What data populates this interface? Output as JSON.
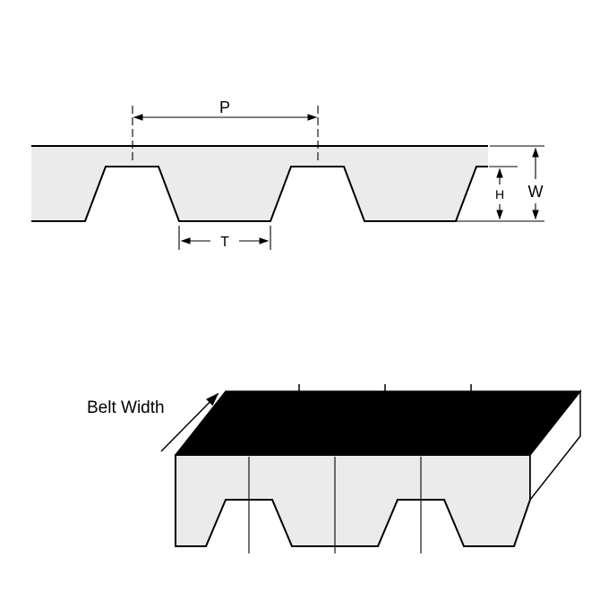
{
  "cross_section": {
    "labels": {
      "pitch": "P",
      "tooth_width": "T",
      "tooth_height": "H",
      "belt_thickness": "W"
    }
  },
  "belt_3d": {
    "width_label": "Belt Width"
  },
  "colors": {
    "outline": "#000000",
    "belt_fill": "#ebebeb",
    "top_face": "#000000",
    "end_face": "#ffffff",
    "background": "#ffffff"
  }
}
